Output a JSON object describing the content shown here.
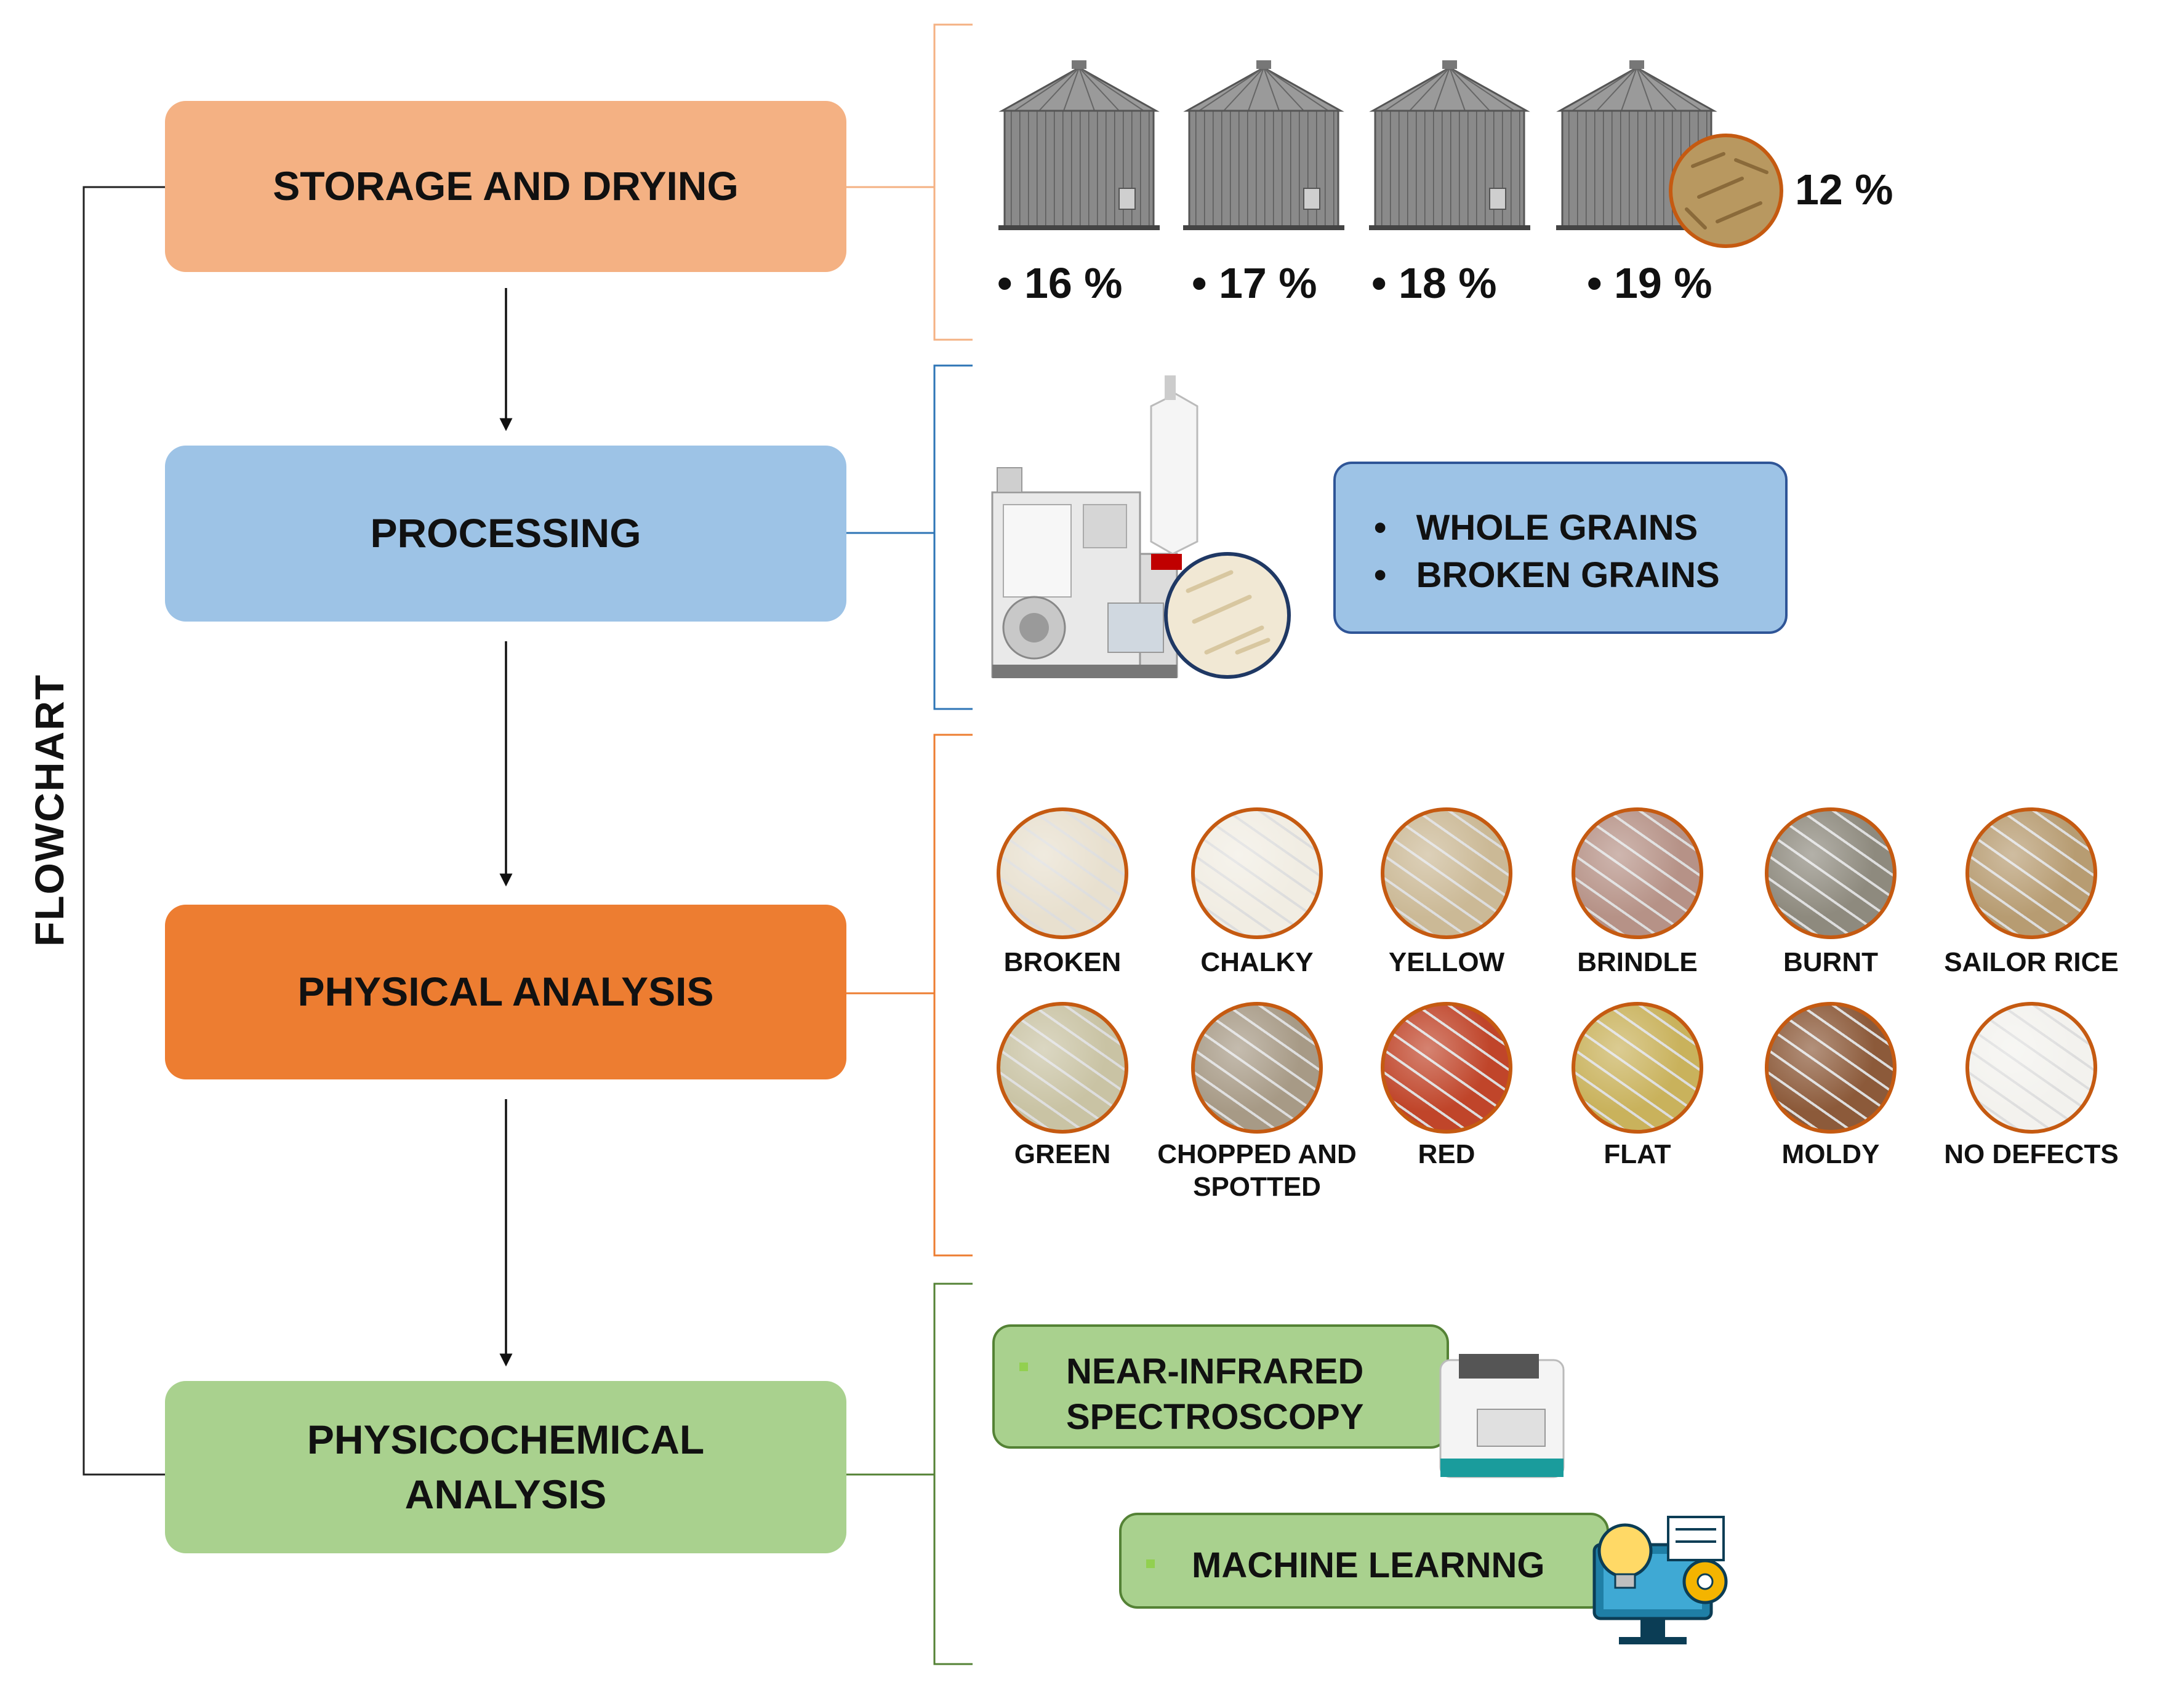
{
  "flow": {
    "title": "FLOWCHART",
    "steps": [
      {
        "label": "STORAGE AND DRYING",
        "color": "#f4b183"
      },
      {
        "label": "PROCESSING",
        "color": "#9dc3e6"
      },
      {
        "label": "PHYSICAL ANALYSIS",
        "color": "#ed7d31"
      },
      {
        "label": "PHYSICOCHEMICAL ANALYSIS",
        "color": "#a9d18e"
      }
    ]
  },
  "storage": {
    "moistures": [
      "• 16 %",
      "• 17 %",
      "• 18 %",
      "• 19 %"
    ],
    "target": "12 %"
  },
  "processing": {
    "outputs": [
      "•   WHOLE GRAINS",
      "•   BROKEN GRAINS"
    ]
  },
  "physical": {
    "defects": [
      {
        "label": "BROKEN",
        "icon": "broken-rice-photo",
        "color": "#e8e0cf"
      },
      {
        "label": "CHALKY",
        "icon": "chalky-rice-photo",
        "color": "#f1ede3"
      },
      {
        "label": "YELLOW",
        "icon": "yellow-rice-photo",
        "color": "#cbb996"
      },
      {
        "label": "BRINDLE",
        "icon": "brindle-rice-photo",
        "color": "#b69287"
      },
      {
        "label": "BURNT",
        "icon": "burnt-rice-photo",
        "color": "#8e8a7e"
      },
      {
        "label": "SAILOR RICE",
        "icon": "sailor-rice-photo",
        "color": "#b79c72"
      },
      {
        "label": "GREEN",
        "icon": "green-rice-photo",
        "color": "#c9c3a4"
      },
      {
        "label": "CHOPPED AND SPOTTED",
        "icon": "chopped-spotted-rice-photo",
        "color": "#a79a86"
      },
      {
        "label": "RED",
        "icon": "red-rice-photo",
        "color": "#c0452a"
      },
      {
        "label": "FLAT",
        "icon": "flat-rice-photo",
        "color": "#c9b25c"
      },
      {
        "label": "MOLDY",
        "icon": "moldy-rice-photo",
        "color": "#8c5a3a"
      },
      {
        "label": "NO DEFECTS",
        "icon": "no-defects-rice-photo",
        "color": "#f3f2ee"
      }
    ]
  },
  "physicochemical": {
    "nir": "NEAR-INFRARED SPECTROSCOPY",
    "ml": "MACHINE LEARNNG"
  }
}
